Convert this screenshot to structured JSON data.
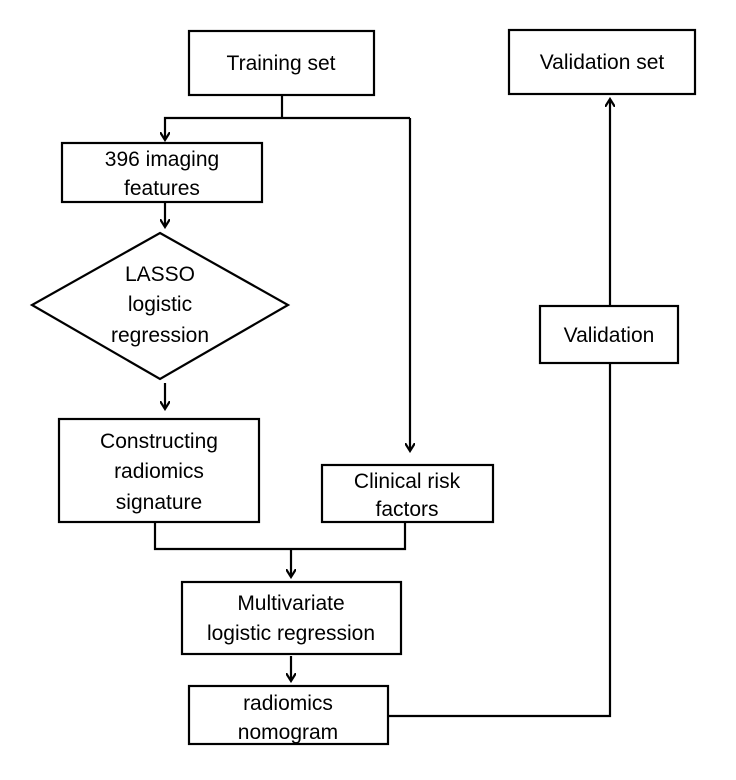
{
  "nodes": {
    "training_set": [
      "Training set"
    ],
    "validation_set": [
      "Validation set"
    ],
    "imaging_features": [
      "396 imaging",
      "features"
    ],
    "lasso": [
      "LASSO",
      "logistic",
      "regression"
    ],
    "radiomics_signature": [
      "Constructing",
      "radiomics",
      "signature"
    ],
    "clinical_risk_factors": [
      "Clinical risk",
      "factors"
    ],
    "validation": [
      "Validation"
    ],
    "multivariate": [
      "Multivariate",
      "logistic regression"
    ],
    "nomogram": [
      "radiomics",
      "nomogram"
    ]
  }
}
